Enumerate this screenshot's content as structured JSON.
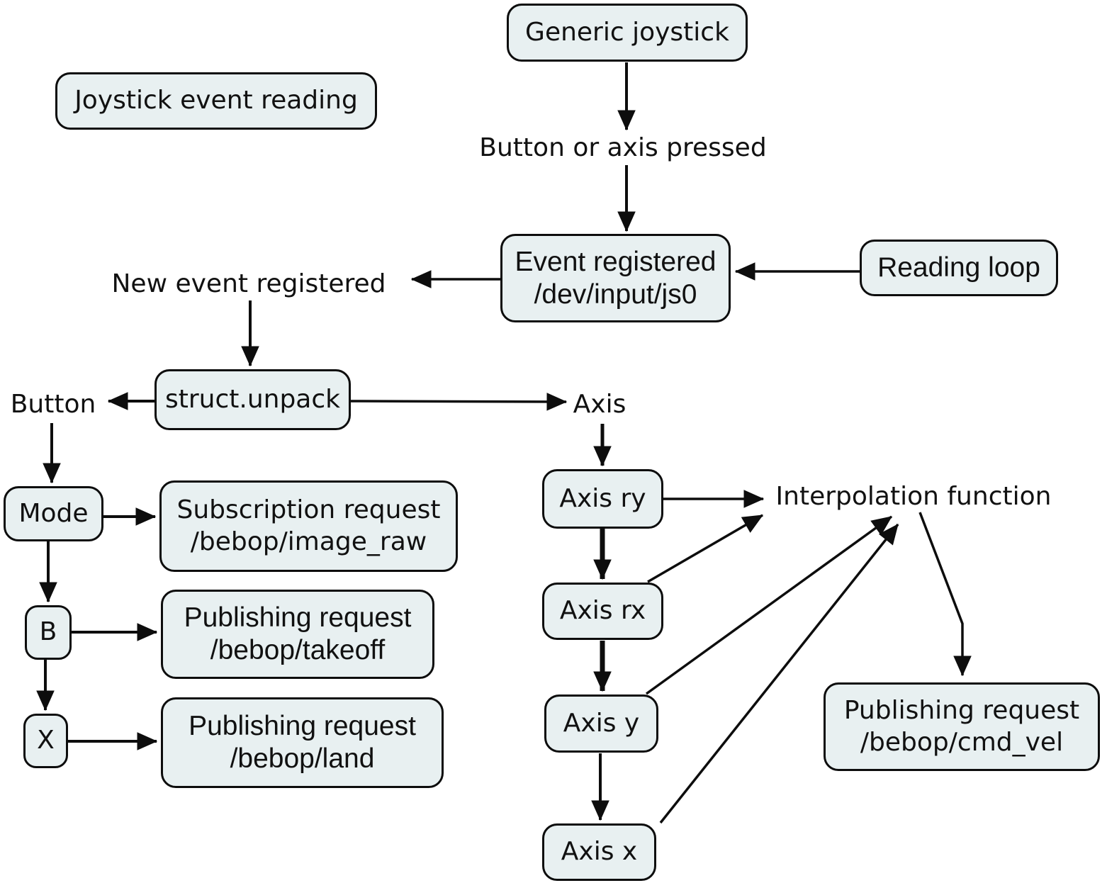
{
  "diagram": {
    "title": "Joystick event reading",
    "colors": {
      "background": "#ffffff",
      "node_fill": "#e8f0f1",
      "node_border": "#0d0d0d",
      "arrow": "#0d0d0d",
      "text": "#111111"
    },
    "nodes": {
      "generic_joystick": "Generic joystick",
      "joystick_event_reading": "Joystick event reading",
      "event_registered_line1": "Event registered",
      "event_registered_line2": "/dev/input/js0",
      "reading_loop": "Reading loop",
      "struct_unpack": "struct.unpack",
      "mode": "Mode",
      "subscription_line1": "Subscription request",
      "subscription_line2": "/bebop/image_raw",
      "b": "B",
      "takeoff_line1": "Publishing request",
      "takeoff_line2": "/bebop/takeoff",
      "x": "X",
      "land_line1": "Publishing request",
      "land_line2": "/bebop/land",
      "axis_ry": "Axis ry",
      "axis_rx": "Axis rx",
      "axis_y": "Axis y",
      "axis_x": "Axis x",
      "cmd_vel_line1": "Publishing request",
      "cmd_vel_line2": "/bebop/cmd_vel"
    },
    "labels": {
      "button_or_axis_pressed": "Button or axis pressed",
      "new_event_registered": "New event registered",
      "button": "Button",
      "axis": "Axis",
      "interpolation_function": "Interpolation function"
    }
  }
}
